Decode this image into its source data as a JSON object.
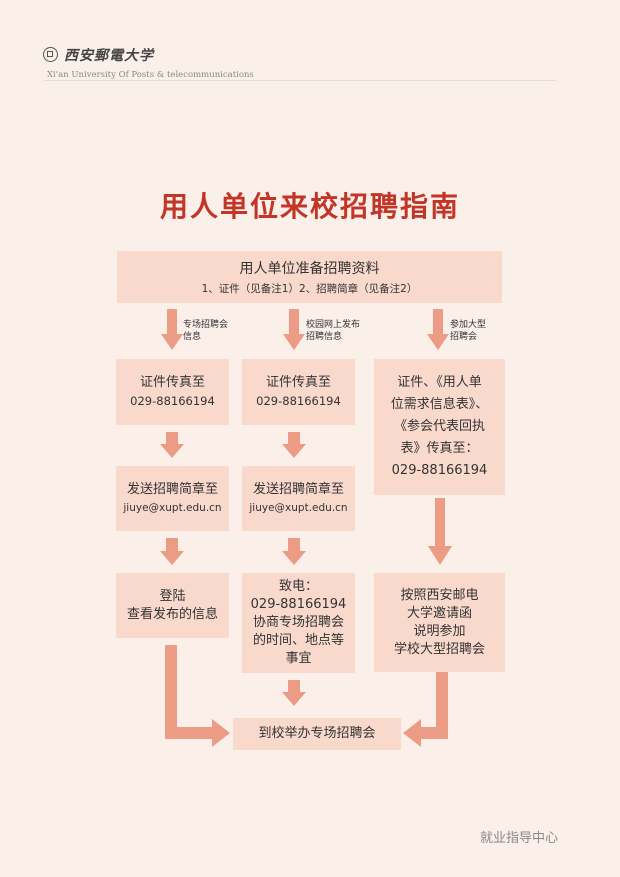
{
  "header": {
    "university_cn": "西安郵電大学",
    "university_en": "Xi'an University Of Posts & telecommunications"
  },
  "title": "用人单位来校招聘指南",
  "top_box": {
    "line1": "用人单位准备招聘资料",
    "line2": "1、证件（见备注1）2、招聘简章（见备注2）"
  },
  "branches": {
    "col1_label": [
      "专场招聘会",
      "信息"
    ],
    "col2_label": [
      "校园网上发布",
      "招聘信息"
    ],
    "col3_label": [
      "参加大型",
      "招聘会"
    ]
  },
  "col1": {
    "fax_title": "证件传真至",
    "fax_number": "029-88166194",
    "send_title": "发送招聘简章至",
    "send_email": "jiuye@xupt.edu.cn",
    "final": [
      "登陆",
      "查看发布的信息"
    ]
  },
  "col2": {
    "fax_title": "证件传真至",
    "fax_number": "029-88166194",
    "send_title": "发送招聘简章至",
    "send_email": "jiuye@xupt.edu.cn",
    "call": [
      "致电：",
      "029-88166194",
      "协商专场招聘会",
      "的时间、地点等",
      "事宜"
    ]
  },
  "col3": {
    "docs": [
      "证件、《用人单",
      "位需求信息表》、",
      "《参会代表回执",
      "表》传真至：",
      "029-88166194"
    ],
    "invite": [
      "按照西安邮电",
      "大学邀请函",
      "说明参加",
      "学校大型招聘会"
    ]
  },
  "bottom_box": "到校举办专场招聘会",
  "footer": "就业指导中心",
  "colors": {
    "box": "#f8d9cc",
    "arrow": "#ec9c84",
    "title": "#c23628",
    "background": "#fbefe9"
  }
}
